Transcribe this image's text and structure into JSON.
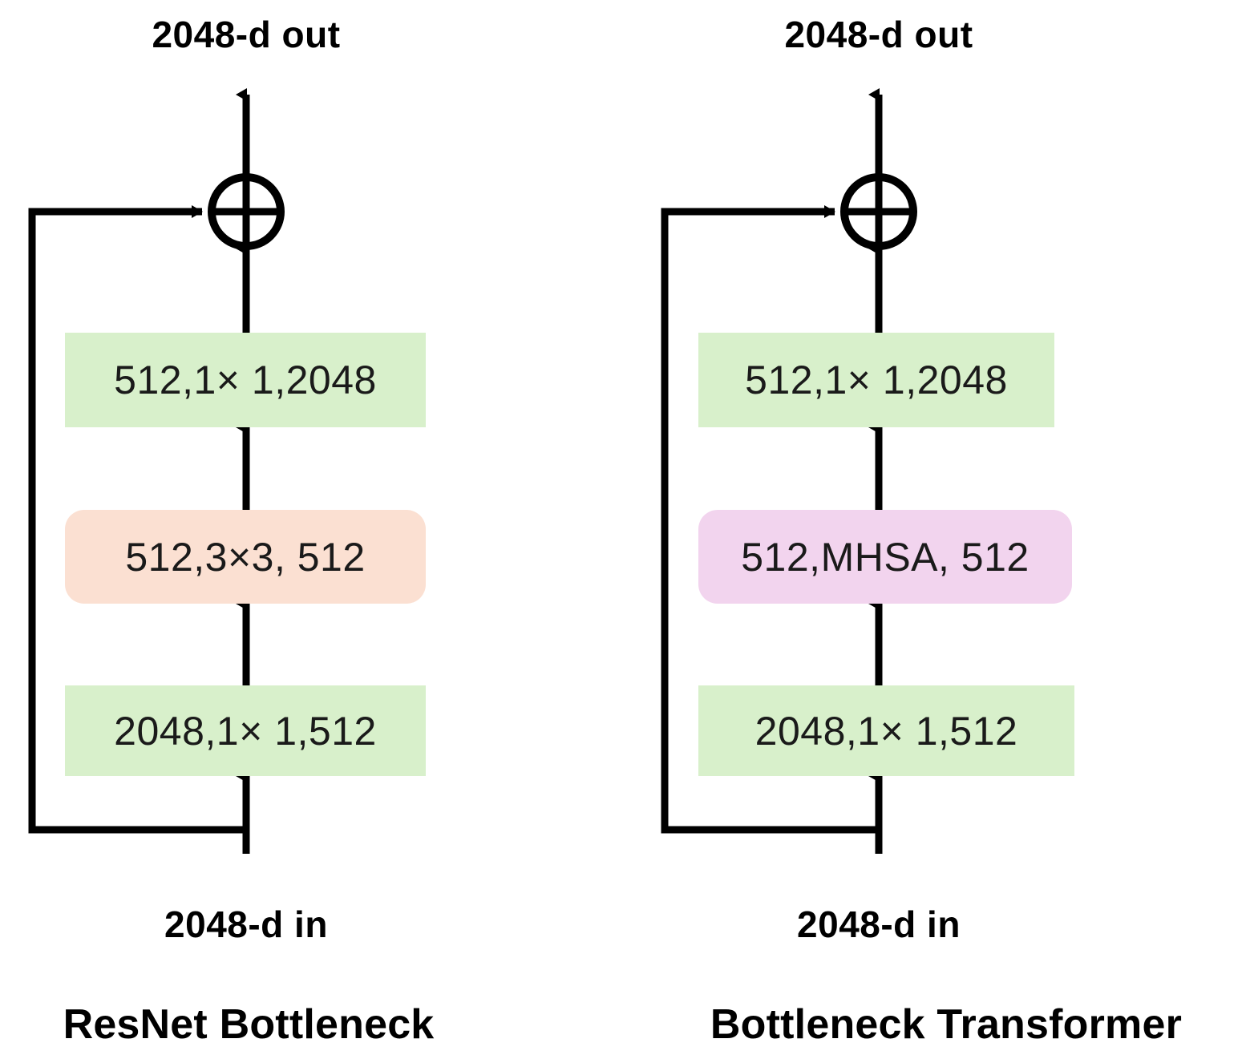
{
  "diagram": {
    "title_implicit": "ResNet Bottleneck vs Bottleneck Transformer",
    "colors": {
      "green": "#d8f0cb",
      "peach": "#fbe0d2",
      "pink": "#f2d4ee",
      "stroke": "#000000",
      "background": "#ffffff",
      "text": "#1a1a1a"
    }
  },
  "columns": [
    {
      "id": "resnet-bottleneck",
      "top_label": "2048-d out",
      "bottom_label": "2048-d in",
      "caption": "ResNet Bottleneck",
      "add_node": "⊕",
      "blocks": [
        {
          "id": "block-conv1x1-expand",
          "label": "512,1× 1,2048",
          "color": "green",
          "shape": "rect"
        },
        {
          "id": "block-conv3x3",
          "label": "512,3×3, 512",
          "color": "peach",
          "shape": "rounded"
        },
        {
          "id": "block-conv1x1-reduce",
          "label": "2048,1× 1,512",
          "color": "green",
          "shape": "rect"
        }
      ]
    },
    {
      "id": "bottleneck-transformer",
      "top_label": "2048-d out",
      "bottom_label": "2048-d in",
      "caption": "Bottleneck Transformer",
      "add_node": "⊕",
      "blocks": [
        {
          "id": "block-conv1x1-expand",
          "label": "512,1× 1,2048",
          "color": "green",
          "shape": "rect"
        },
        {
          "id": "block-mhsa",
          "label": "512,MHSA, 512",
          "color": "pink",
          "shape": "rounded"
        },
        {
          "id": "block-conv1x1-reduce",
          "label": "2048,1× 1,512",
          "color": "green",
          "shape": "rect"
        }
      ]
    }
  ]
}
